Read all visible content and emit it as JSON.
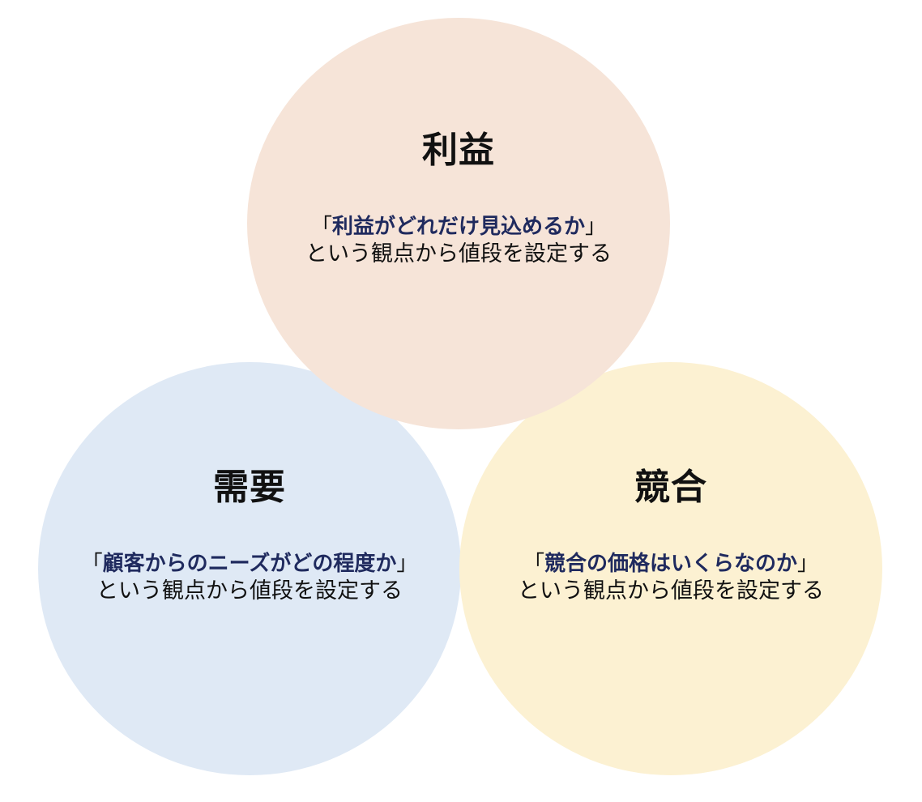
{
  "colors": {
    "profit_fill": "#f6e4d8",
    "demand_fill": "#dfe9f5",
    "competition_fill": "#fcf1d2",
    "highlight_text": "#1f2a5e",
    "body_text": "#111111"
  },
  "circles": {
    "profit": {
      "title": "利益",
      "open_bracket": "「",
      "highlight": "利益がどれだけ見込めるか",
      "close_bracket": "」",
      "description": "という観点から値段を設定する"
    },
    "demand": {
      "title": "需要",
      "open_bracket": "「",
      "highlight": "顧客からのニーズがどの程度か",
      "close_bracket": "」",
      "description": "という観点から値段を設定する"
    },
    "competition": {
      "title": "競合",
      "open_bracket": "「",
      "highlight": "競合の価格はいくらなのか",
      "close_bracket": "」",
      "description": "という観点から値段を設定する"
    }
  }
}
